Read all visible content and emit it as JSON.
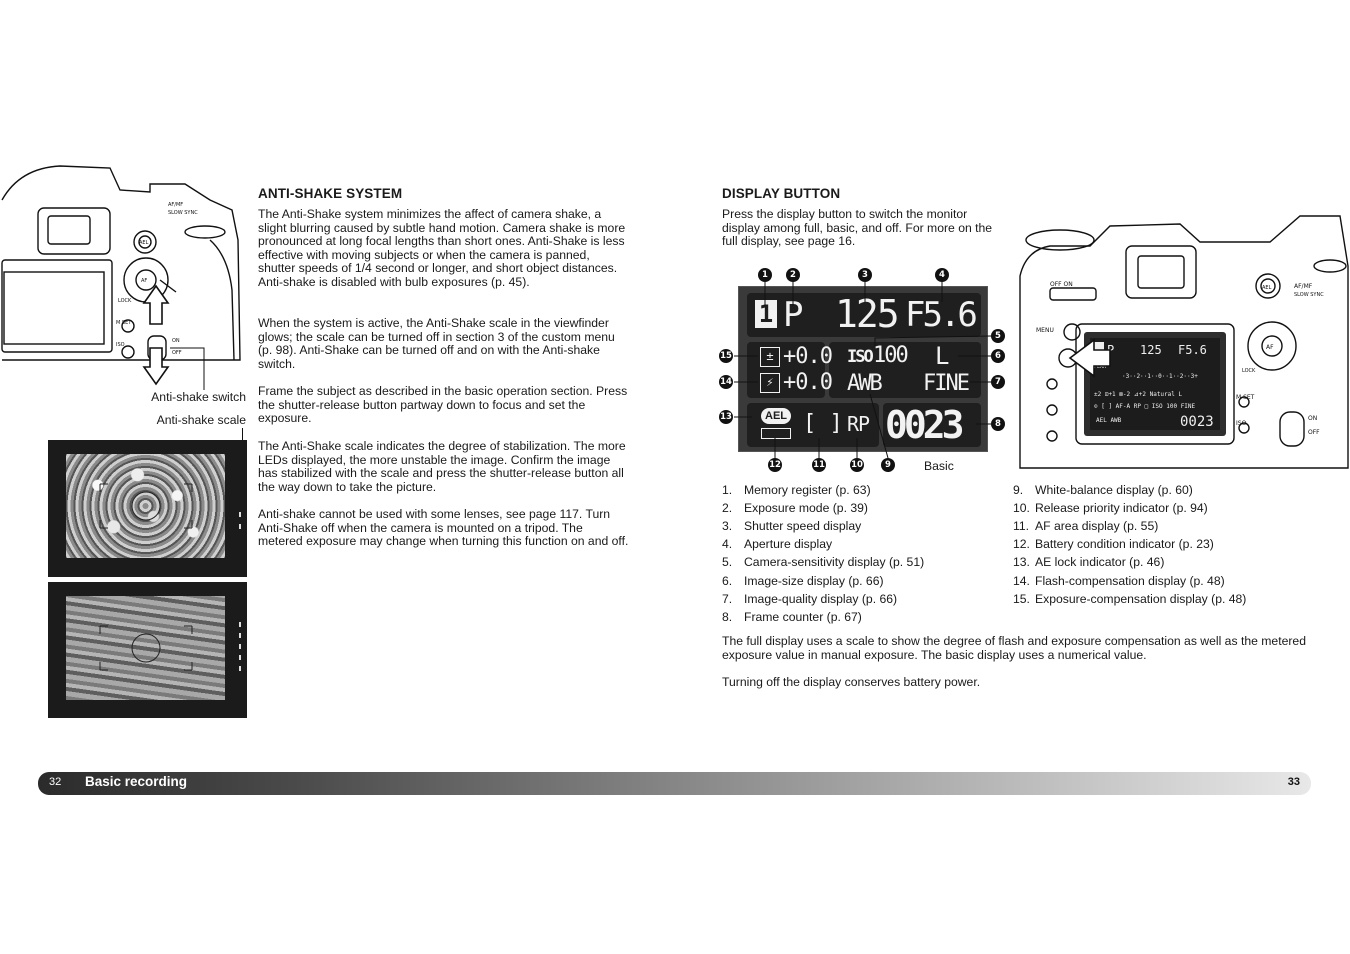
{
  "left": {
    "heading": "ANTI-SHAKE SYSTEM",
    "paragraphs": [
      "The Anti-Shake system minimizes the affect of camera shake, a slight blurring caused by subtle hand motion. Camera shake is more pronounced at long focal lengths than short ones. Anti-Shake is less effective with moving subjects or when the camera is panned, shutter speeds of 1/4 second or longer, and short object distances. Anti-shake is disabled with bulb exposures (p. 45).",
      "When the system is active, the Anti-Shake scale in the viewfinder glows; the scale can be turned off in section 3 of the custom menu (p. 98). Anti-Shake can be turned off and on with the Anti-shake switch.",
      "Frame the subject as described in the basic operation section. Press the shutter-release button partway down to focus and set the exposure.",
      "The Anti-Shake scale indicates the degree of stabilization. The more LEDs displayed, the more unstable the image. Confirm the image has stabilized with the scale and press the shutter-release button all the way down to take the picture.",
      "Anti-shake cannot be used with some lenses, see page 117. Turn Anti-Shake off when the camera is mounted on a tripod. The metered exposure may change when turning this function on and off."
    ],
    "labels": {
      "switch": "Anti-shake switch",
      "scale": "Anti-shake scale"
    },
    "camera_text": {
      "ael": "AEL",
      "afmf": "AF/MF",
      "slow_sync": "SLOW SYNC",
      "af": "AF",
      "lock": "LOCK",
      "mset": "M SET",
      "iso": "ISO",
      "on": "ON",
      "off": "OFF"
    }
  },
  "right": {
    "heading": "DISPLAY BUTTON",
    "intro": "Press the display button to switch the monitor display among full, basic, and off. For more on the full display, see page 16.",
    "lcd": {
      "memory": "1",
      "mode": "P",
      "shutter": "125",
      "aperture": "F5.6",
      "exp_comp": "+0.0",
      "flash_comp": "+0.0",
      "iso_label": "ISO",
      "iso_value": "100",
      "wb": "AWB",
      "size": "L",
      "quality": "FINE",
      "ael": "AEL",
      "rp": "RP",
      "counter": "0023"
    },
    "basic_label": "Basic",
    "callouts": [
      "1",
      "2",
      "3",
      "4",
      "5",
      "6",
      "7",
      "8",
      "9",
      "10",
      "11",
      "12",
      "13",
      "14",
      "15"
    ],
    "camera_text": {
      "off_on": "OFF   ON",
      "menu": "MENU",
      "ael": "AEL",
      "afmf": "AF/MF",
      "slow_sync": "SLOW SYNC",
      "af": "AF",
      "lock": "LOCK",
      "mset": "M SET",
      "iso": "ISO",
      "on": "ON",
      "off": "OFF",
      "fear": "FEAR"
    },
    "list_col1": [
      {
        "n": "1.",
        "t": "Memory register (p. 63)"
      },
      {
        "n": "2.",
        "t": "Exposure mode (p. 39)"
      },
      {
        "n": "3.",
        "t": "Shutter speed display"
      },
      {
        "n": "4.",
        "t": "Aperture display"
      },
      {
        "n": "5.",
        "t": "Camera-sensitivity display (p. 51)"
      },
      {
        "n": "6.",
        "t": "Image-size display (p. 66)"
      },
      {
        "n": "7.",
        "t": "Image-quality display (p. 66)"
      },
      {
        "n": "8.",
        "t": "Frame counter (p. 67)"
      }
    ],
    "list_col2": [
      {
        "n": "9.",
        "t": "White-balance display (p. 60)"
      },
      {
        "n": "10.",
        "t": "Release priority indicator (p. 94)"
      },
      {
        "n": "11.",
        "t": "AF area display (p. 55)"
      },
      {
        "n": "12.",
        "t": "Battery condition indicator (p. 23)"
      },
      {
        "n": "13.",
        "t": "AE lock indicator (p. 46)"
      },
      {
        "n": "14.",
        "t": "Flash-compensation display (p. 48)"
      },
      {
        "n": "15.",
        "t": "Exposure-compensation display (p. 48)"
      }
    ],
    "footer_paragraphs": [
      "The full display uses a scale to show the degree of flash and exposure compensation as well as the metered exposure value in manual exposure. The basic display uses a numerical value.",
      "Turning off the display conserves battery power."
    ]
  },
  "footer": {
    "left_page": "32",
    "title": "Basic recording",
    "right_page": "33"
  }
}
